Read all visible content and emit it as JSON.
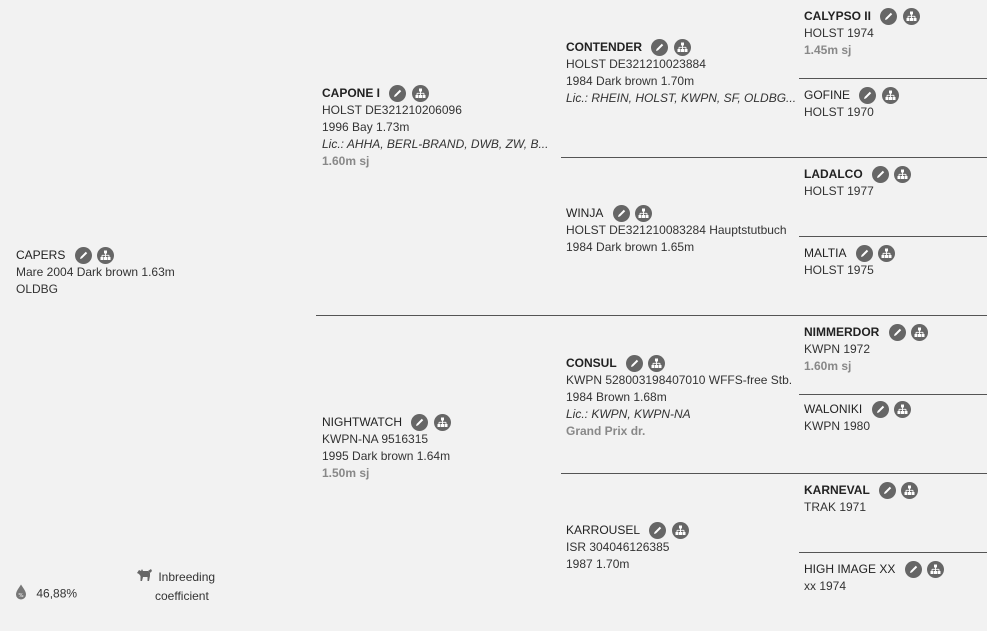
{
  "subject": {
    "name": "CAPERS",
    "line1": "Mare 2004 Dark brown 1.63m",
    "line2": "OLDBG"
  },
  "sire": {
    "name": "CAPONE I",
    "line1": "HOLST DE321210206096",
    "line2": "1996 Bay 1.73m",
    "lic": "Lic.: AHHA, BERL-BRAND, DWB, ZW, B...",
    "perf": "1.60m sj"
  },
  "dam": {
    "name": "NIGHTWATCH",
    "line1": "KWPN-NA 9516315",
    "line2": "1995 Dark brown 1.64m",
    "perf": "1.50m sj"
  },
  "ss": {
    "name": "CONTENDER",
    "line1": "HOLST DE321210023884",
    "line2": "1984 Dark brown 1.70m",
    "lic": "Lic.: RHEIN, HOLST, KWPN, SF, OLDBG..."
  },
  "sd": {
    "name": "WINJA",
    "line1": "HOLST DE321210083284 Hauptstutbuch",
    "line2": "1984 Dark brown 1.65m"
  },
  "ds": {
    "name": "CONSUL",
    "line1": "KWPN 528003198407010 WFFS-free Stb.",
    "line2": "1984 Brown 1.68m",
    "lic": "Lic.: KWPN, KWPN-NA",
    "perf": "Grand Prix dr."
  },
  "dd": {
    "name": "KARROUSEL",
    "line1": "ISR 304046126385",
    "line2": "1987 1.70m"
  },
  "sss": {
    "name": "CALYPSO II",
    "line1": "HOLST 1974",
    "perf": "1.45m sj"
  },
  "ssd": {
    "name": "GOFINE",
    "line1": "HOLST 1970"
  },
  "sds": {
    "name": "LADALCO",
    "line1": "HOLST 1977"
  },
  "sdd": {
    "name": "MALTIA",
    "line1": "HOLST 1975"
  },
  "dss": {
    "name": "NIMMERDOR",
    "line1": "KWPN 1972",
    "perf": "1.60m sj"
  },
  "dsd": {
    "name": "WALONIKI",
    "line1": "KWPN 1980"
  },
  "dds": {
    "name": "KARNEVAL",
    "line1": "TRAK 1971"
  },
  "ddd": {
    "name": "HIGH IMAGE XX",
    "line1": "xx 1974"
  },
  "footer": {
    "inbreeding_value": "46,88%",
    "inbreeding_label1": "Inbreeding",
    "inbreeding_label2": "coefficient"
  },
  "icons": {
    "edit": "pencil-icon",
    "tree": "pedigree-tree-icon",
    "percent": "percent-drop-icon",
    "horse": "horse-icon"
  },
  "colors": {
    "background": "#f2f2f2",
    "icon": "#666666",
    "line": "#555555",
    "performance": "#888888"
  }
}
